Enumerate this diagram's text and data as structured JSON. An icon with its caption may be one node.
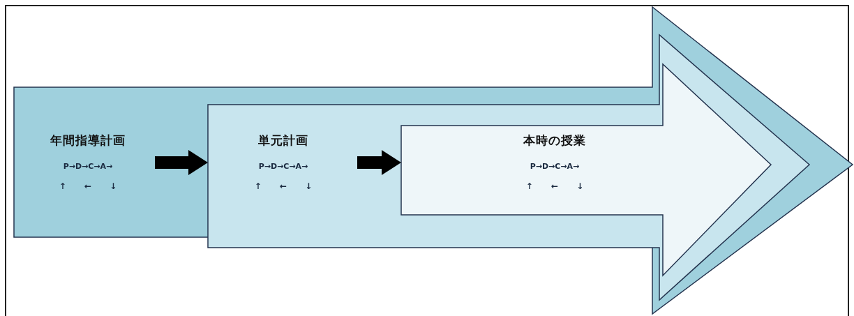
{
  "diagram": {
    "nodes": [
      {
        "text": [],
        "shape": "arrow"
      },
      {
        "text": [
          "年間指導計画",
          "P→D→C→A→",
          "↑ ← ↓"
        ],
        "in": 0
      },
      {
        "text": [],
        "shape": "arrow",
        "in": 0
      },
      {
        "text": [
          "単元計画",
          "P→D→C→A→",
          "↑ ← ↓"
        ],
        "in": 2
      },
      {
        "text": [],
        "shape": "arrow",
        "in": 2
      },
      {
        "text": [
          "本時の授業",
          "P→D→C→A→",
          "↑ ← ↓"
        ],
        "in": 4
      }
    ],
    "edges": [
      {
        "from": 1,
        "to": 2,
        "arrow": "to"
      },
      {
        "from": 3,
        "to": 4,
        "arrow": "to"
      }
    ]
  }
}
